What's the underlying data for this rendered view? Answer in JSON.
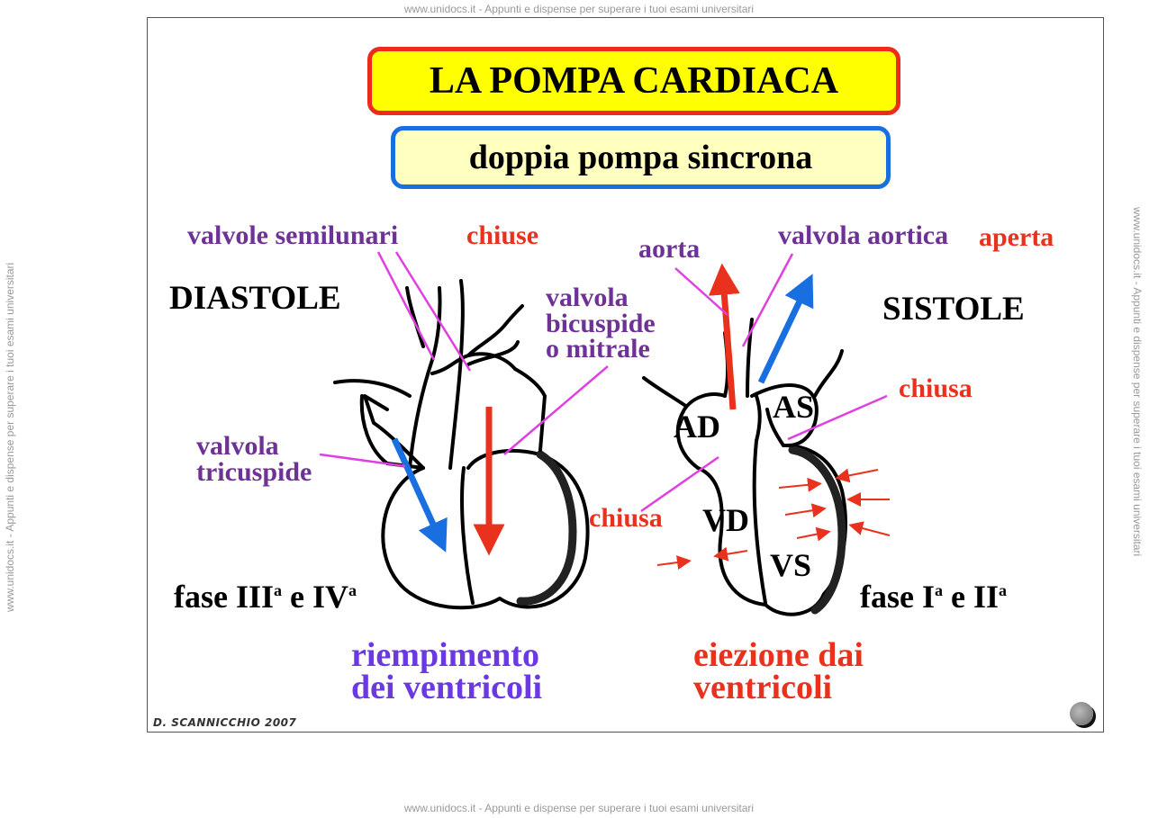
{
  "watermark": {
    "top": "www.unidocs.it - Appunti e dispense per superare i tuoi esami universitari",
    "bottom": "www.unidocs.it - Appunti e dispense per superare i tuoi esami universitari",
    "side": "www.unidocs.it - Appunti e dispense per superare i tuoi esami universitari"
  },
  "title": "LA  POMPA  CARDIACA",
  "subtitle": "doppia  pompa  sincrona",
  "left": {
    "label_valvole": "valvole  semilunari",
    "label_chiuse": "chiuse",
    "heading": "DIASTOLE",
    "label_mitrale": "valvola\nbicuspide\no mitrale",
    "label_tricuspide": "valvola\ntricuspide",
    "fase_text": "fase III",
    "fase_sup1": "a",
    "fase_mid": " e IV",
    "fase_sup2": "a",
    "caption": "riempimento\ndei ventricoli"
  },
  "right": {
    "label_aorta": "aorta",
    "label_valvola_aortica": "valvola aortica",
    "label_aperta": "aperta",
    "heading": "SISTOLE",
    "label_chiusa_top": "chiusa",
    "label_chiusa_bottom": "chiusa",
    "chamber_ad": "AD",
    "chamber_as": "AS",
    "chamber_vd": "VD",
    "chamber_vs": "VS",
    "fase_text": "fase  I",
    "fase_sup1": "a",
    "fase_mid": "  e  II",
    "fase_sup2": "a",
    "caption": "eiezione dai\nventricoli"
  },
  "author": "D. SCANNICCHIO 2007",
  "colors": {
    "title_border": "#ee2a1a",
    "title_fill": "#ffff00",
    "subtitle_border": "#1a6fe0",
    "subtitle_fill": "#ffffc0",
    "arrow_red": "#e8321e",
    "arrow_blue": "#1a6fe0",
    "pointer": "#e040e0",
    "label_purple": "#6e3296",
    "label_red": "#e8321e"
  }
}
